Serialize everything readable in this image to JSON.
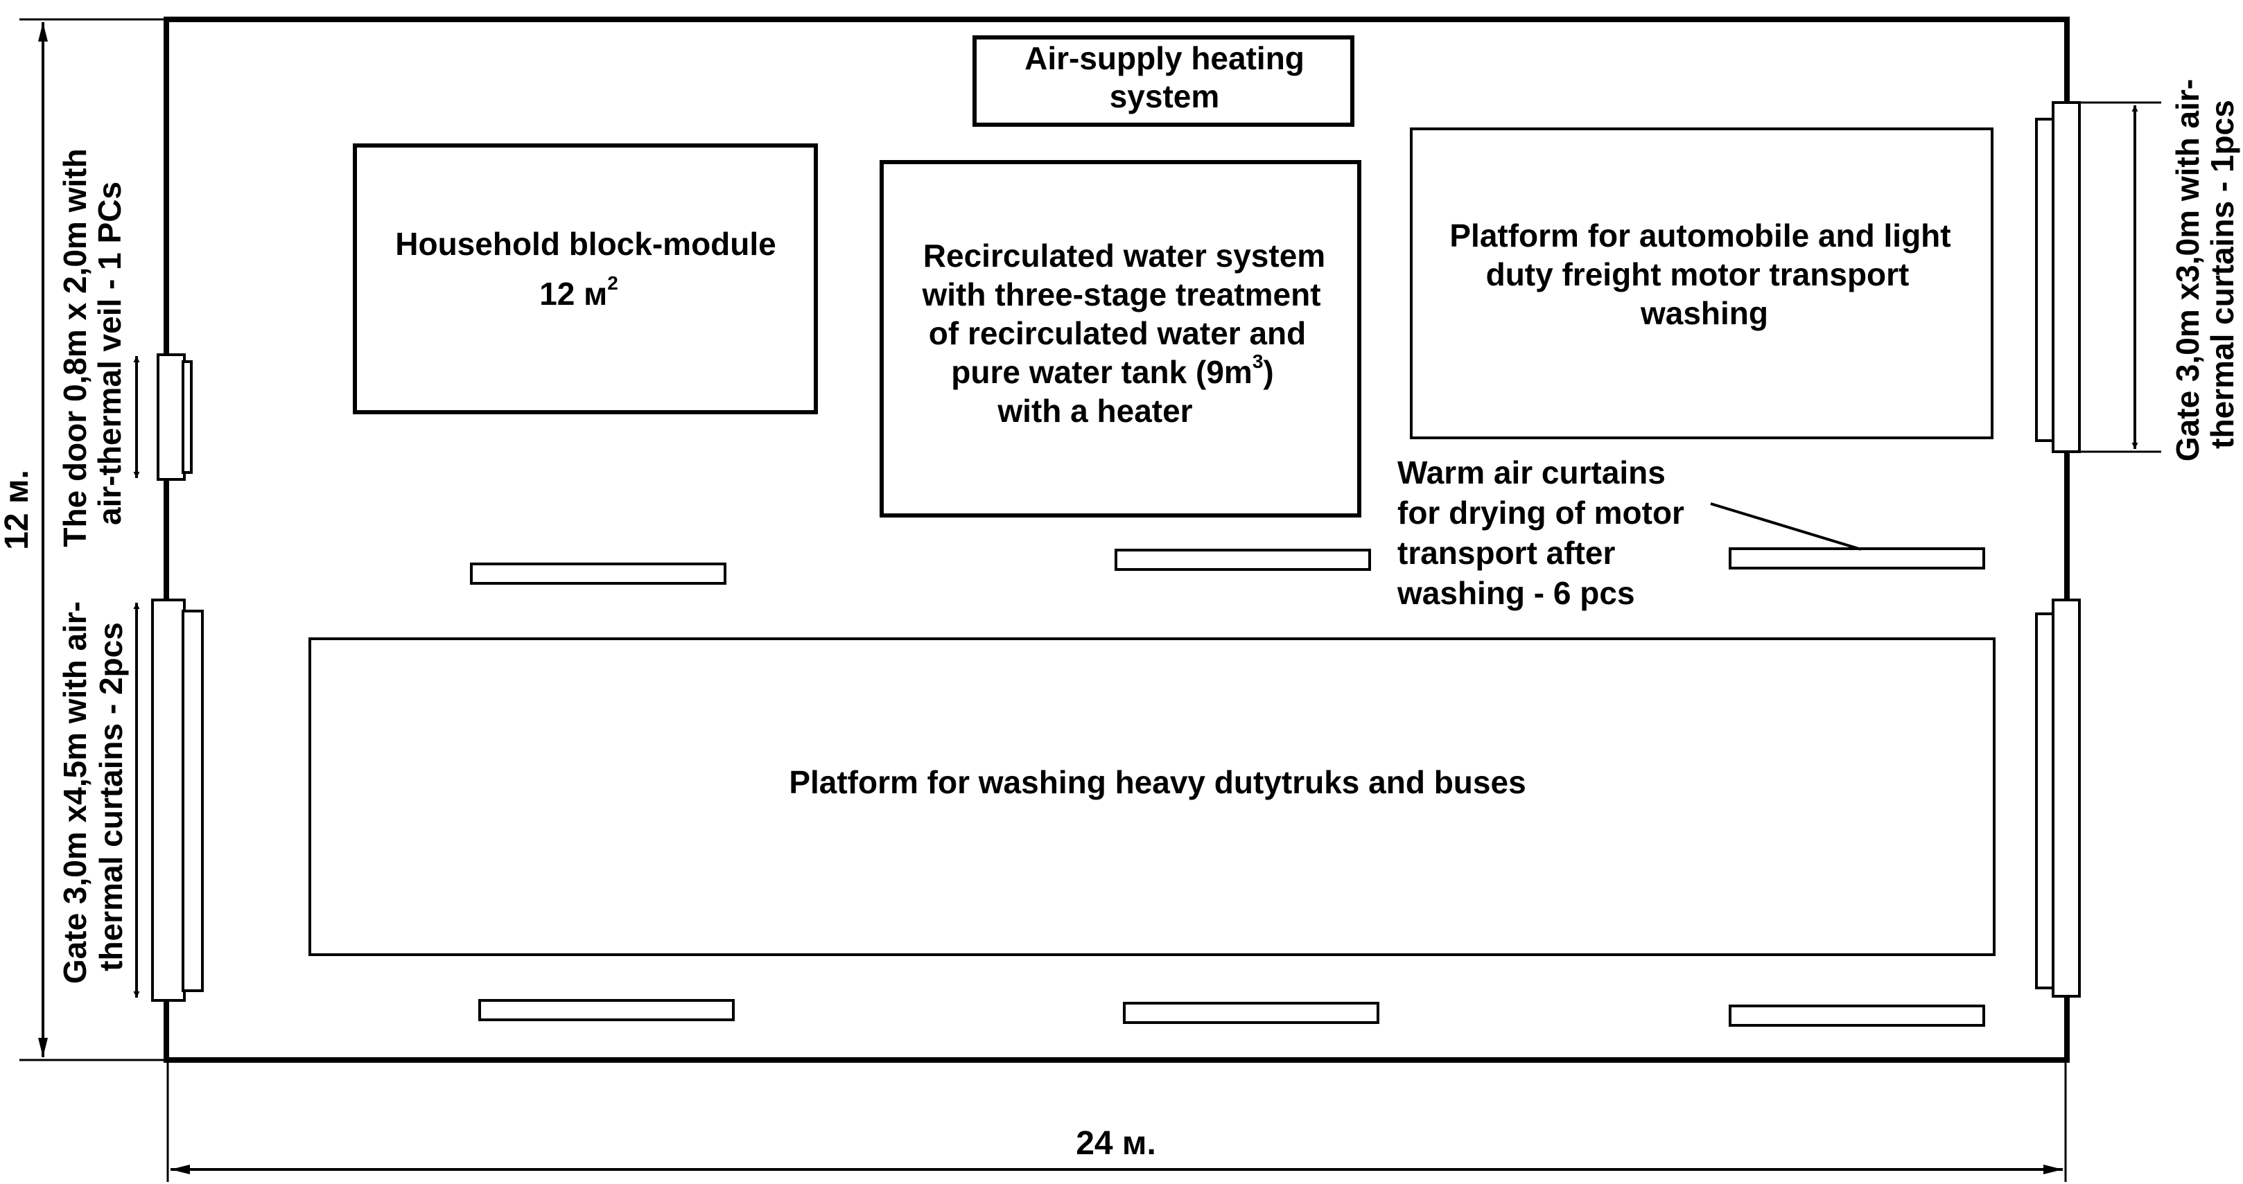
{
  "labels": {
    "air_supply": [
      "Air-supply heating",
      "system"
    ],
    "household": [
      "Household block-module",
      "12 м",
      "2"
    ],
    "water_system": [
      "Recirculated water system",
      "with three-stage treatment",
      "of recirculated water and",
      "pure water tank (9m",
      "3",
      ")",
      "with a heater"
    ],
    "light_platform": [
      "Platform for automobile and light",
      "duty freight motor transport",
      "washing"
    ],
    "curtains": [
      "Warm air curtains",
      "for drying of motor",
      "transport after",
      "washing - 6 pcs"
    ],
    "heavy_platform": "Platform for washing heavy dutytruks and buses",
    "door_left": [
      "The door 0,8m x 2,0m with",
      "air-thermal veil - 1 PCs"
    ],
    "gate_left": [
      "Gate 3,0m x4,5m with air-",
      "thermal curtains - 2pcs"
    ],
    "gate_right": [
      "Gate 3,0m x3,0m with air-",
      "thermal curtains - 1pcs"
    ],
    "dim_height": "12 м.",
    "dim_width": "24 м."
  },
  "colors": {
    "ink": "#000000",
    "paper": "#ffffff"
  }
}
